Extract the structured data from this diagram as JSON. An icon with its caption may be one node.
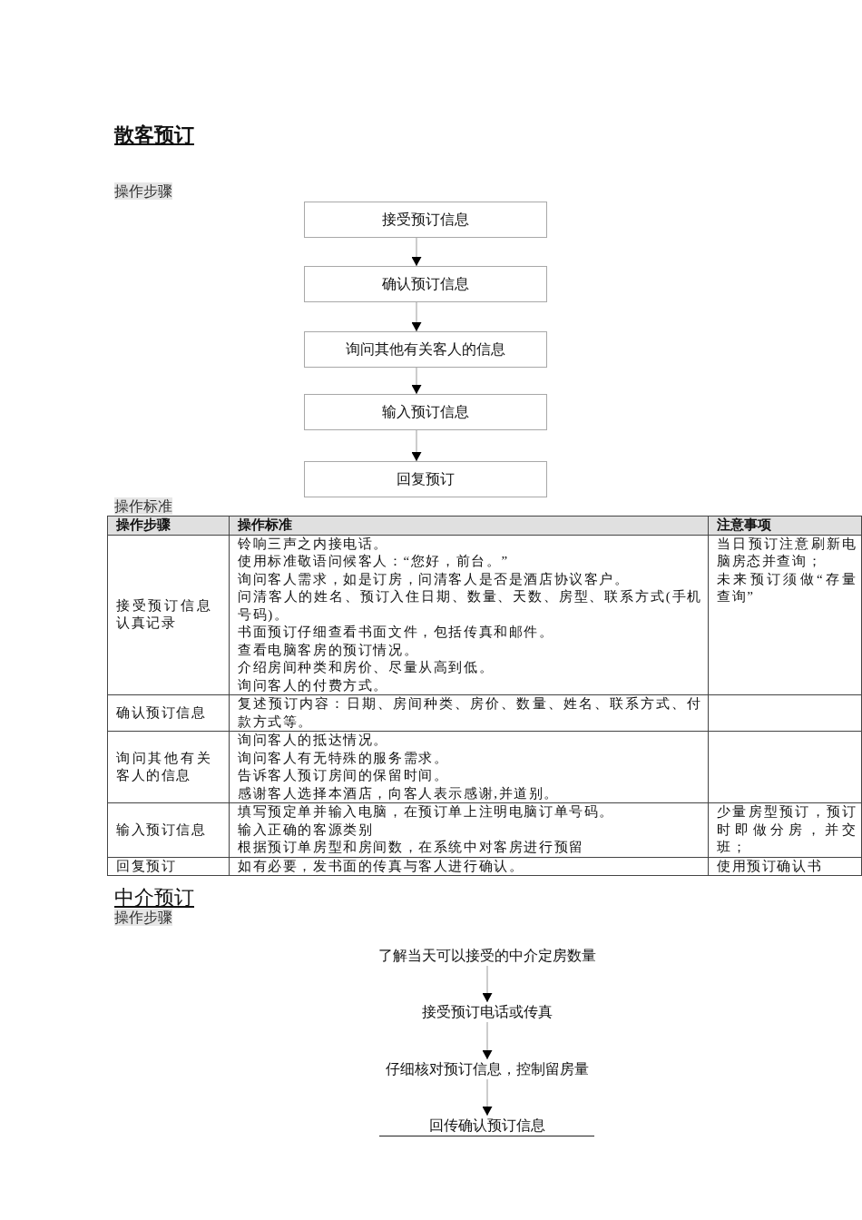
{
  "diagram": {
    "title": "散客预订",
    "nodes": [
      {
        "text": [
          "接受预订信息"
        ]
      },
      {
        "text": [
          "确认预订信息"
        ]
      },
      {
        "text": [
          "询问其他有关客人的信息"
        ]
      },
      {
        "text": [
          "输入预订信息"
        ]
      },
      {
        "text": [
          "回复预订"
        ]
      },
      {
        "text": [
          "了解当天可以接受的中介定房数量"
        ]
      },
      {
        "text": [
          "接受预订电话或传真"
        ]
      },
      {
        "text": [
          "仔细核对预订信息，控制留房量"
        ]
      },
      {
        "text": [
          "回传确认预订信息"
        ]
      }
    ],
    "edges": [
      {
        "from": 0,
        "to": 1,
        "arrow": "to"
      },
      {
        "from": 1,
        "to": 2,
        "arrow": "to"
      },
      {
        "from": 2,
        "to": 3,
        "arrow": "to"
      },
      {
        "from": 3,
        "to": 4,
        "arrow": "to"
      },
      {
        "from": 5,
        "to": 6,
        "arrow": "to"
      },
      {
        "from": 6,
        "to": 7,
        "arrow": "to"
      },
      {
        "from": 7,
        "to": 8,
        "arrow": "to"
      }
    ],
    "labels": [
      "操作步骤",
      "操作标准",
      "操作步骤",
      "操作标准",
      "注意事项",
      "接受预订信息认真记录",
      "铃响三声之内接电话。",
      "使用标准敬语问候客人：“您好，前台。”",
      "询问客人需求，如是订房，问清客人是否是酒店协议客户。",
      "问清客人的姓名、预订入住日期、数量、天数、房型、联系方式(手机号码)。",
      "书面预订仔细查看书面文件，包括传真和邮件。",
      "查看电脑客房的预订情况。",
      "介绍房间种类和房价、尽量从高到低。",
      "询问客人的付费方式。",
      "当日预订注意刷新电脑房态并查询；",
      "未来预订须做“存量查询”",
      "确认预订信息",
      "复述预订内容：日期、房间种类、房价、数量、姓名、联系方式、付款方式等。",
      "询问其他有关客人的信息",
      "询问客人的抵达情况。",
      "询问客人有无特殊的服务需求。",
      "告诉客人预订房间的保留时间。",
      "感谢客人选择本酒店，向客人表示感谢,并道别。",
      "输入预订信息",
      "填写预定单并输入电脑，在预订单上注明电脑订单号码。",
      "输入正确的客源类别",
      "根据预订单房型和房间数，在系统中对客房进行预留",
      "少量房型预订，预订时即做分房，并交班；",
      "回复预订",
      "如有必要，发书面的传真与客人进行确认。",
      "使用预订确认书",
      "中介预订",
      "操作步骤"
    ]
  }
}
